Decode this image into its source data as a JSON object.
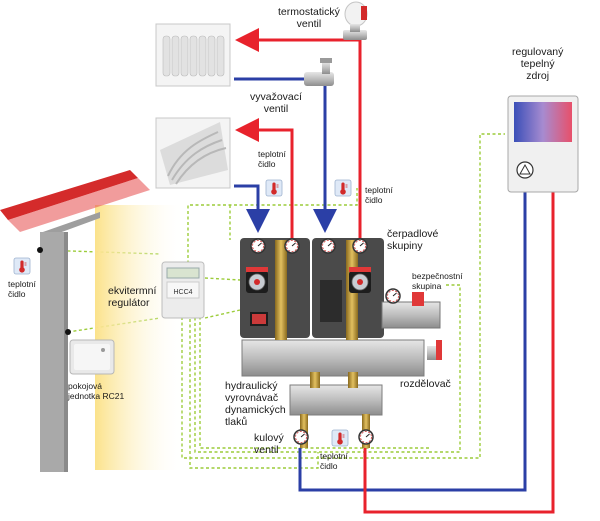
{
  "labels": {
    "thermostatic_valve": [
      "termostatický",
      "ventil"
    ],
    "balancing_valve": [
      "vyvažovací",
      "ventil"
    ],
    "heat_source": [
      "regulovaný",
      "tepelný",
      "zdroj"
    ],
    "sensor_floor": [
      "teplotní",
      "čidlo"
    ],
    "sensor_supply": [
      "teplotní",
      "čidlo"
    ],
    "sensor_outdoor": [
      "teplotní",
      "čidlo"
    ],
    "sensor_bottom": [
      "teplotní",
      "čidlo"
    ],
    "pump_groups": [
      "čerpadlové",
      "skupiny"
    ],
    "safety_group": [
      "bezpečnostní",
      "skupina"
    ],
    "weather_regulator": [
      "ekvitermní",
      "regulátor"
    ],
    "room_unit": [
      "pokojová",
      "jednotka RC21"
    ],
    "hydraulic_separator": [
      "hydraulický",
      "vyrovnávač",
      "dynamických",
      "tlaků"
    ],
    "distributor": [
      "rozdělovač"
    ],
    "ball_valve": [
      "kulový",
      "ventil"
    ]
  },
  "regulator_display": "HCC4",
  "colors": {
    "supply": "#e8222c",
    "return": "#2b3fa6",
    "signal": "#9ccc3a",
    "roof": "#d42b2b",
    "wall": "#a9a9a9",
    "sunlight": "#fbe6a0",
    "sensor_badge": "#dfe9f7",
    "sensor_icon": "#d22a2a"
  },
  "icons": [
    "radiator-icon",
    "floor-heating-icon",
    "thermostatic-valve-icon",
    "balancing-valve-icon",
    "boiler-icon",
    "thermometer-icon",
    "pump-icon",
    "gauge-icon",
    "regulator-icon",
    "room-unit-icon"
  ]
}
